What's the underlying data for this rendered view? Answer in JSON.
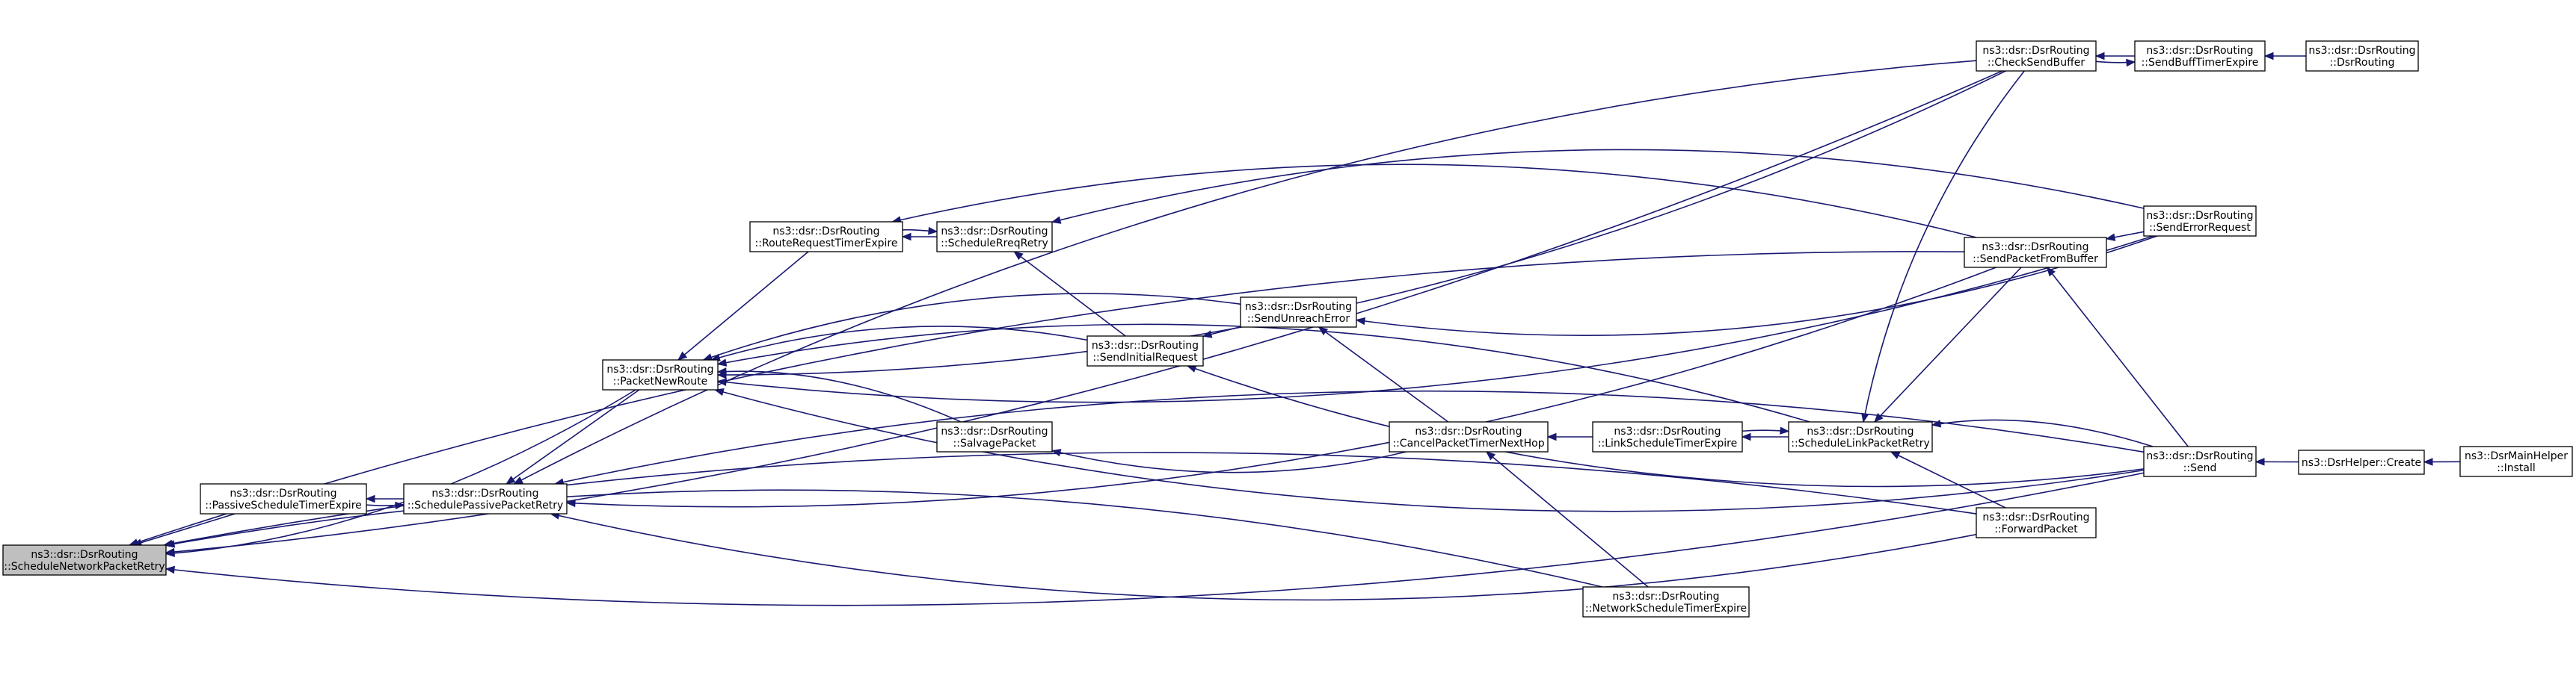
{
  "nodes": [
    {
      "id": "snpr",
      "lines": [
        "ns3::dsr::DsrRouting",
        "::ScheduleNetworkPacketRetry"
      ],
      "root": true
    },
    {
      "id": "pste",
      "lines": [
        "ns3::dsr::DsrRouting",
        "::PassiveScheduleTimerExpire"
      ]
    },
    {
      "id": "sppr",
      "lines": [
        "ns3::dsr::DsrRouting",
        "::SchedulePassivePacketRetry"
      ]
    },
    {
      "id": "pnr",
      "lines": [
        "ns3::dsr::DsrRouting",
        "::PacketNewRoute"
      ]
    },
    {
      "id": "rrte",
      "lines": [
        "ns3::dsr::DsrRouting",
        "::RouteRequestTimerExpire"
      ]
    },
    {
      "id": "srr",
      "lines": [
        "ns3::dsr::DsrRouting",
        "::ScheduleRreqRetry"
      ]
    },
    {
      "id": "sp",
      "lines": [
        "ns3::dsr::DsrRouting",
        "::SalvagePacket"
      ]
    },
    {
      "id": "sir",
      "lines": [
        "ns3::dsr::DsrRouting",
        "::SendInitialRequest"
      ]
    },
    {
      "id": "sue",
      "lines": [
        "ns3::dsr::DsrRouting",
        "::SendUnreachError"
      ]
    },
    {
      "id": "cptnh",
      "lines": [
        "ns3::dsr::DsrRouting",
        "::CancelPacketTimerNextHop"
      ]
    },
    {
      "id": "nste",
      "lines": [
        "ns3::dsr::DsrRouting",
        "::NetworkScheduleTimerExpire"
      ]
    },
    {
      "id": "lste",
      "lines": [
        "ns3::dsr::DsrRouting",
        "::LinkScheduleTimerExpire"
      ]
    },
    {
      "id": "slpr",
      "lines": [
        "ns3::dsr::DsrRouting",
        "::ScheduleLinkPacketRetry"
      ]
    },
    {
      "id": "csb",
      "lines": [
        "ns3::dsr::DsrRouting",
        "::CheckSendBuffer"
      ]
    },
    {
      "id": "spfb",
      "lines": [
        "ns3::dsr::DsrRouting",
        "::SendPacketFromBuffer"
      ]
    },
    {
      "id": "fp",
      "lines": [
        "ns3::dsr::DsrRouting",
        "::ForwardPacket"
      ]
    },
    {
      "id": "sbte",
      "lines": [
        "ns3::dsr::DsrRouting",
        "::SendBuffTimerExpire"
      ]
    },
    {
      "id": "ser",
      "lines": [
        "ns3::dsr::DsrRouting",
        "::SendErrorRequest"
      ]
    },
    {
      "id": "send",
      "lines": [
        "ns3::dsr::DsrRouting",
        "::Send"
      ]
    },
    {
      "id": "ctor",
      "lines": [
        "ns3::dsr::DsrRouting",
        "::DsrRouting"
      ]
    },
    {
      "id": "create",
      "lines": [
        "ns3::DsrHelper::Create"
      ]
    },
    {
      "id": "install",
      "lines": [
        "ns3::DsrMainHelper",
        "::Install"
      ]
    }
  ],
  "edges": [
    [
      "pste",
      "snpr"
    ],
    [
      "sppr",
      "pste"
    ],
    [
      "pste",
      "sppr"
    ],
    [
      "pnr",
      "snpr"
    ],
    [
      "pnr",
      "sppr"
    ],
    [
      "rrte",
      "pnr"
    ],
    [
      "srr",
      "rrte"
    ],
    [
      "rrte",
      "srr"
    ],
    [
      "sir",
      "pnr"
    ],
    [
      "sir",
      "srr"
    ],
    [
      "sue",
      "pnr"
    ],
    [
      "sue",
      "sir"
    ],
    [
      "sp",
      "pnr"
    ],
    [
      "cptnh",
      "sp"
    ],
    [
      "cptnh",
      "sue"
    ],
    [
      "lste",
      "cptnh"
    ],
    [
      "nste",
      "snpr"
    ],
    [
      "nste",
      "cptnh"
    ],
    [
      "slpr",
      "lste"
    ],
    [
      "lste",
      "slpr"
    ],
    [
      "slpr",
      "pnr"
    ],
    [
      "csb",
      "snpr"
    ],
    [
      "csb",
      "sppr"
    ],
    [
      "csb",
      "pnr"
    ],
    [
      "csb",
      "slpr"
    ],
    [
      "sbte",
      "csb"
    ],
    [
      "csb",
      "sbte"
    ],
    [
      "ctor",
      "sbte"
    ],
    [
      "spfb",
      "snpr"
    ],
    [
      "spfb",
      "sppr"
    ],
    [
      "spfb",
      "rrte"
    ],
    [
      "spfb",
      "slpr"
    ],
    [
      "ser",
      "spfb"
    ],
    [
      "ser",
      "pnr"
    ],
    [
      "ser",
      "srr"
    ],
    [
      "ser",
      "sue"
    ],
    [
      "fp",
      "snpr"
    ],
    [
      "fp",
      "sppr"
    ],
    [
      "fp",
      "slpr"
    ],
    [
      "send",
      "snpr"
    ],
    [
      "send",
      "sppr"
    ],
    [
      "send",
      "pnr"
    ],
    [
      "send",
      "spfb"
    ],
    [
      "send",
      "sir"
    ],
    [
      "send",
      "slpr"
    ],
    [
      "create",
      "send"
    ],
    [
      "install",
      "create"
    ]
  ]
}
